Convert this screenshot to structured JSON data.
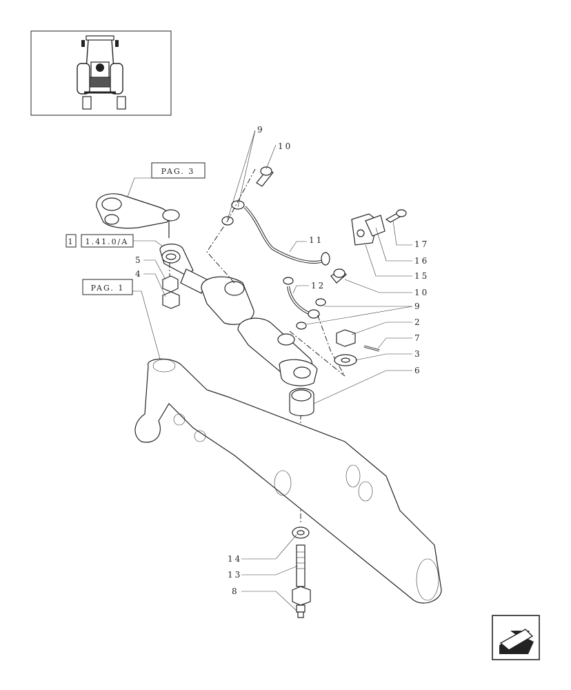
{
  "references": {
    "pag3": "PAG. 3",
    "pag1": "PAG. 1",
    "ref_num": "1",
    "ref_code": "1.41.0/A"
  },
  "callouts": {
    "c9a": "9",
    "c10a": "10",
    "c11": "11",
    "c12": "12",
    "c17": "17",
    "c16": "16",
    "c15": "15",
    "c10b": "10",
    "c9b": "9",
    "c2": "2",
    "c7": "7",
    "c3": "3",
    "c6": "6",
    "c5": "5",
    "c4": "4",
    "c14": "14",
    "c13": "13",
    "c8": "8"
  },
  "icons": {
    "thumbnail": "tractor-front-view-icon",
    "nav": "next-page-arrow-icon"
  },
  "colors": {
    "line": "#222222",
    "background": "#ffffff"
  }
}
